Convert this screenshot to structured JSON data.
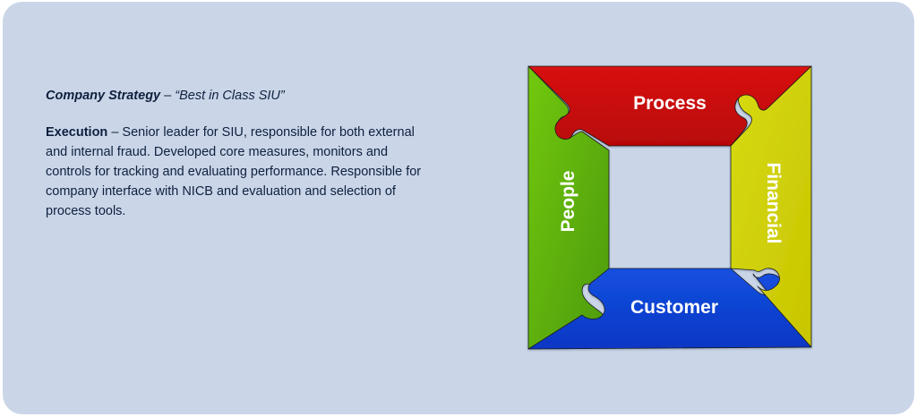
{
  "strategy": {
    "label": "Company Strategy",
    "separator": " – ",
    "value": "“Best in Class SIU”"
  },
  "execution": {
    "label": "Execution",
    "separator": " – ",
    "text": "Senior leader for SIU, responsible for both external and internal fraud. Developed core measures, monitors and controls for tracking and evaluating performance. Responsible for company interface with NICB and evaluation and selection of process tools."
  },
  "puzzle": {
    "pieces": [
      {
        "label": "Process",
        "color": "#cc0a0a"
      },
      {
        "label": "Financial",
        "color": "#cfd40b"
      },
      {
        "label": "Customer",
        "color": "#0b3fd0"
      },
      {
        "label": "People",
        "color": "#5fb30a"
      }
    ]
  }
}
